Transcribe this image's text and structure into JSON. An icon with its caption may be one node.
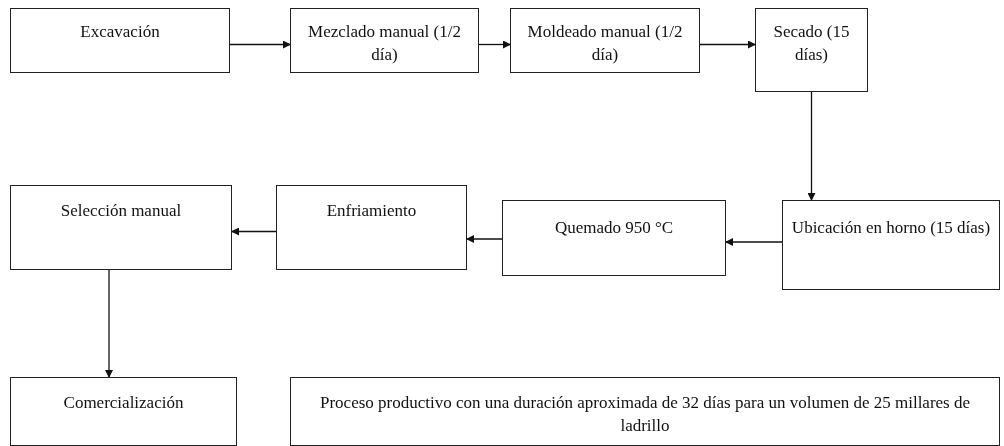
{
  "diagram": {
    "nodes": [
      {
        "text": [
          "Excavación"
        ]
      },
      {
        "text": [
          "Mezclado manual (1/2 día)"
        ]
      },
      {
        "text": [
          "Moldeado manual (1/2 día)"
        ]
      },
      {
        "text": [
          "Secado (15 días)"
        ]
      },
      {
        "text": [
          "Ubicación en horno (15 días)"
        ]
      },
      {
        "text": [
          "Quemado 950 °C"
        ]
      },
      {
        "text": [
          "Enfriamiento"
        ]
      },
      {
        "text": [
          "Selección manual"
        ]
      },
      {
        "text": [
          "Comercialización"
        ]
      },
      {
        "text": [
          "Proceso productivo con una duración aproximada de 32 días para un volumen de 25 millares de ladrillo"
        ]
      }
    ],
    "edges": [
      {
        "from": 0,
        "to": 1,
        "arrow": "to"
      },
      {
        "from": 1,
        "to": 2,
        "arrow": "to"
      },
      {
        "from": 2,
        "to": 3,
        "arrow": "to"
      },
      {
        "from": 3,
        "to": 4,
        "arrow": "to"
      },
      {
        "from": 4,
        "to": 5,
        "arrow": "to"
      },
      {
        "from": 5,
        "to": 6,
        "arrow": "to"
      },
      {
        "from": 6,
        "to": 7,
        "arrow": "to"
      },
      {
        "from": 7,
        "to": 8,
        "arrow": "to"
      }
    ]
  }
}
